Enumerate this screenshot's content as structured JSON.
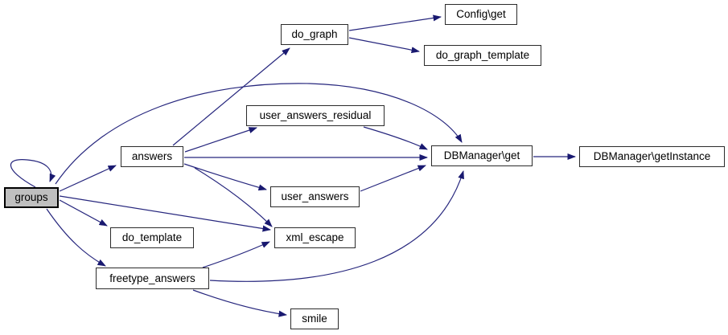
{
  "diagram": {
    "kind": "doxygen-call-graph",
    "colors": {
      "edge": "#26267d",
      "arrowhead": "#191970",
      "node_border": "#2b2b2b",
      "node_fill": "#ffffff",
      "highlight_fill": "#bfbfbf",
      "background": "#ffffff"
    },
    "nodes": [
      {
        "id": "groups",
        "label": "groups",
        "highlighted": true
      },
      {
        "id": "answers",
        "label": "answers",
        "highlighted": false
      },
      {
        "id": "do_graph",
        "label": "do_graph",
        "highlighted": false
      },
      {
        "id": "config_get",
        "label": "Config\\get",
        "highlighted": false
      },
      {
        "id": "do_graph_template",
        "label": "do_graph_template",
        "highlighted": false
      },
      {
        "id": "user_answers_residual",
        "label": "user_answers_residual",
        "highlighted": false
      },
      {
        "id": "dbmanager_get",
        "label": "DBManager\\get",
        "highlighted": false
      },
      {
        "id": "dbmanager_getinstance",
        "label": "DBManager\\getInstance",
        "highlighted": false
      },
      {
        "id": "user_answers",
        "label": "user_answers",
        "highlighted": false
      },
      {
        "id": "do_template",
        "label": "do_template",
        "highlighted": false
      },
      {
        "id": "xml_escape",
        "label": "xml_escape",
        "highlighted": false
      },
      {
        "id": "freetype_answers",
        "label": "freetype_answers",
        "highlighted": false
      },
      {
        "id": "smile",
        "label": "smile",
        "highlighted": false
      }
    ],
    "edges": [
      {
        "from": "groups",
        "to": "groups"
      },
      {
        "from": "groups",
        "to": "answers"
      },
      {
        "from": "groups",
        "to": "DBManager\\get"
      },
      {
        "from": "groups",
        "to": "do_template"
      },
      {
        "from": "groups",
        "to": "xml_escape"
      },
      {
        "from": "groups",
        "to": "freetype_answers"
      },
      {
        "from": "answers",
        "to": "do_graph"
      },
      {
        "from": "answers",
        "to": "user_answers_residual"
      },
      {
        "from": "answers",
        "to": "DBManager\\get"
      },
      {
        "from": "answers",
        "to": "user_answers"
      },
      {
        "from": "answers",
        "to": "xml_escape"
      },
      {
        "from": "do_graph",
        "to": "Config\\get"
      },
      {
        "from": "do_graph",
        "to": "do_graph_template"
      },
      {
        "from": "user_answers_residual",
        "to": "DBManager\\get"
      },
      {
        "from": "user_answers",
        "to": "DBManager\\get"
      },
      {
        "from": "freetype_answers",
        "to": "xml_escape"
      },
      {
        "from": "freetype_answers",
        "to": "DBManager\\get"
      },
      {
        "from": "freetype_answers",
        "to": "smile"
      },
      {
        "from": "DBManager\\get",
        "to": "DBManager\\getInstance"
      }
    ]
  }
}
